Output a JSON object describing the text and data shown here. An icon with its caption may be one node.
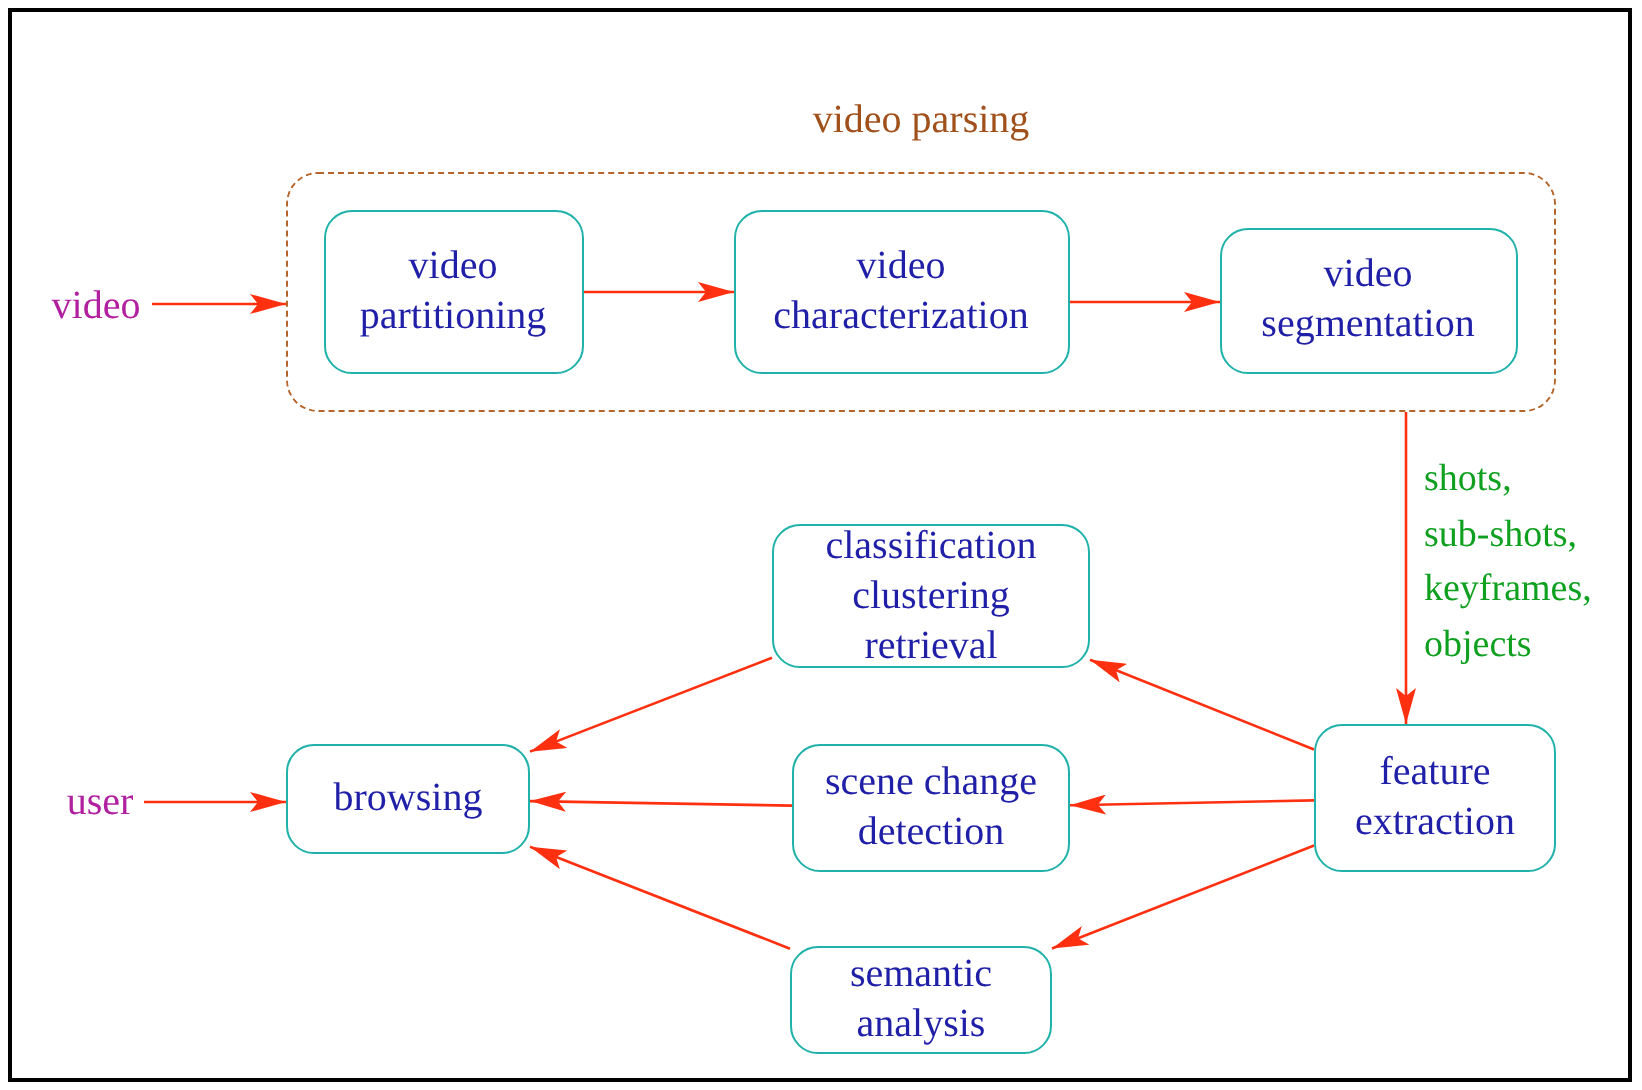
{
  "diagram": {
    "nodes": [
      {
        "text": [
          "video parsing"
        ]
      },
      {
        "text": [
          "video partitioning"
        ],
        "in": 0
      },
      {
        "text": [
          "video characterization"
        ],
        "in": 0
      },
      {
        "text": [
          "video segmentation"
        ],
        "in": 0
      },
      {
        "text": [
          "video"
        ]
      },
      {
        "text": [
          "user"
        ]
      },
      {
        "text": [
          "browsing"
        ]
      },
      {
        "text": [
          "classification clustering retrieval"
        ]
      },
      {
        "text": [
          "scene change detection"
        ]
      },
      {
        "text": [
          "semantic analysis"
        ]
      },
      {
        "text": [
          "feature extraction"
        ]
      }
    ],
    "edges": [
      {
        "from": 4,
        "to": 0,
        "arrow": "to"
      },
      {
        "from": 1,
        "to": 2,
        "arrow": "to"
      },
      {
        "from": 2,
        "to": 3,
        "arrow": "to"
      },
      {
        "from": 0,
        "to": 10,
        "arrow": "to",
        "label": "shots, sub-shots, keyframes, objects"
      },
      {
        "from": 10,
        "to": 7,
        "arrow": "to"
      },
      {
        "from": 10,
        "to": 8,
        "arrow": "to"
      },
      {
        "from": 10,
        "to": 9,
        "arrow": "to"
      },
      {
        "from": 7,
        "to": 6,
        "arrow": "to"
      },
      {
        "from": 8,
        "to": 6,
        "arrow": "to"
      },
      {
        "from": 9,
        "to": 6,
        "arrow": "to"
      },
      {
        "from": 5,
        "to": 6,
        "arrow": "to"
      }
    ]
  }
}
